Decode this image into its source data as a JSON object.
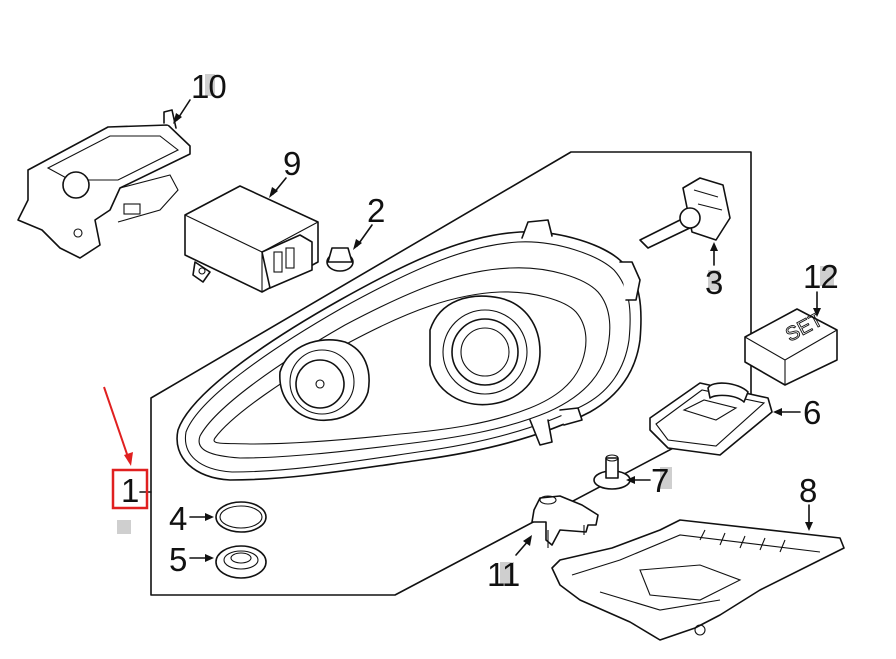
{
  "diagram": {
    "title": "Headlamp assembly exploded parts diagram",
    "highlight_color": "#e02020",
    "highlighted_callout": "1",
    "callouts": [
      {
        "id": "1",
        "part": "headlamp-assembly"
      },
      {
        "id": "2",
        "part": "grommet"
      },
      {
        "id": "3",
        "part": "xenon-bulb"
      },
      {
        "id": "4",
        "part": "seal-ring"
      },
      {
        "id": "5",
        "part": "seal-grommet"
      },
      {
        "id": "6",
        "part": "ballast-control-module"
      },
      {
        "id": "7",
        "part": "mounting-bolt"
      },
      {
        "id": "8",
        "part": "lower-cover"
      },
      {
        "id": "9",
        "part": "control-module"
      },
      {
        "id": "10",
        "part": "bracket"
      },
      {
        "id": "11",
        "part": "adjuster"
      },
      {
        "id": "12",
        "part": "repair-kit"
      }
    ],
    "kit_box_label": "SET"
  }
}
